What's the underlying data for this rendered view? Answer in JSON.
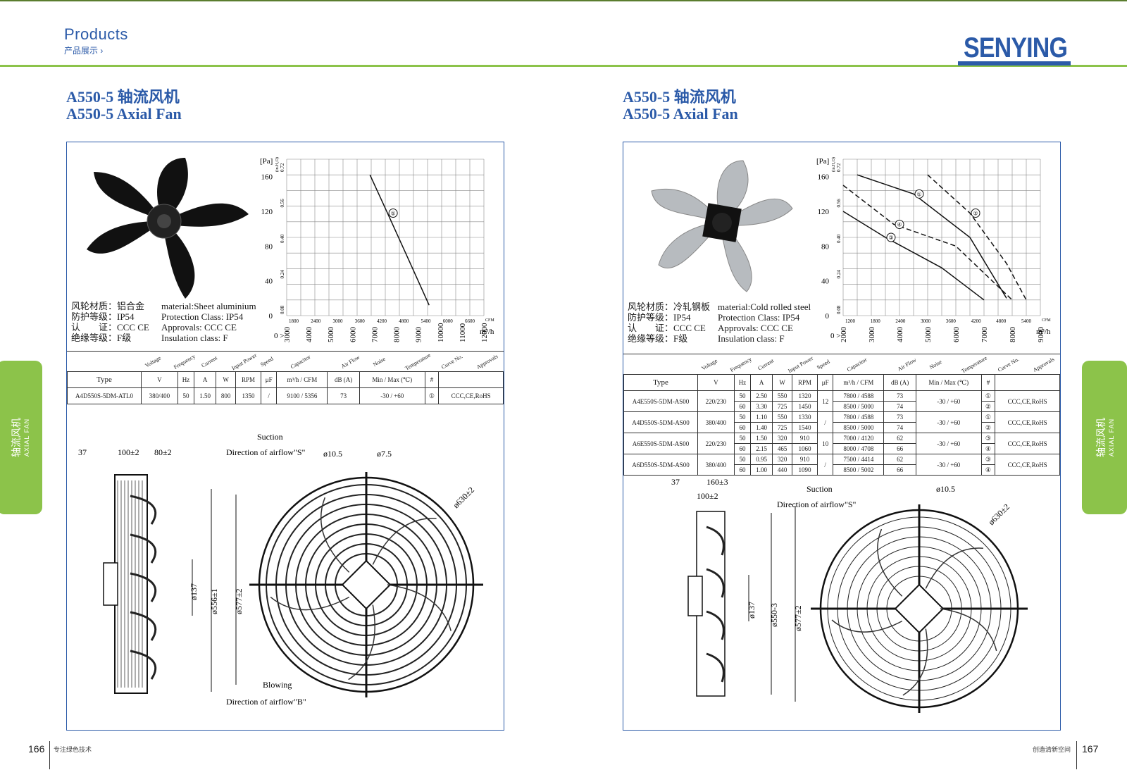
{
  "header": {
    "title": "Products",
    "subtitle": "产品展示 ›",
    "brand": "SENYING"
  },
  "side_tab": {
    "cn": "轴流风机",
    "en": "AXIAL FAN"
  },
  "left": {
    "title_cn": "A550-5   轴流风机",
    "title_en": "A550-5   Axial  Fan",
    "specs": [
      [
        "风轮材质：铝合金",
        "material:Sheet aluminium"
      ],
      [
        "防护等级：IP54",
        "Protection Class: IP54"
      ],
      [
        "认　　证：CCC CE",
        "Approvals: CCC  CE"
      ],
      [
        "绝缘等级：F级",
        "Insulation class: F"
      ]
    ],
    "chart_data": {
      "type": "line",
      "ylabel": "[Pa]",
      "ylabel2": "(in.H₂O)",
      "y_ticks": [
        "160",
        "120",
        "80",
        "40",
        "0"
      ],
      "y2_ticks": [
        "0.72",
        "0.56",
        "0.40",
        "0.24",
        "0.08"
      ],
      "x_cfm_ticks": [
        "1800",
        "2400",
        "3000",
        "3600",
        "4200",
        "4800",
        "5400",
        "6000",
        "6600"
      ],
      "x_ticks": [
        "3000",
        "4000",
        "5000",
        "6000",
        "7000",
        "8000",
        "9000",
        "10000",
        "11000",
        "12000"
      ],
      "xunit_cfm": "CFM",
      "xunit": "m³/h",
      "series": [
        {
          "name": "①",
          "points": [
            [
              6800,
              162
            ],
            [
              7600,
              118
            ],
            [
              8500,
              68
            ],
            [
              9500,
              12
            ]
          ]
        }
      ]
    },
    "table": {
      "headers": [
        "Voltage",
        "Frequency",
        "Current",
        "Input Power",
        "Speed",
        "Capacitor",
        "Air Flow",
        "Noise",
        "Temperature",
        "Curve No.",
        "Approvals"
      ],
      "type_label": "Type",
      "units": [
        "V",
        "Hz",
        "A",
        "W",
        "RPM",
        "μF",
        "m³/h / CFM",
        "dB (A)",
        "Min / Max (℃)",
        "#"
      ],
      "rows": [
        [
          "A4D550S-5DM-ATL0",
          "380/400",
          "50",
          "1.50",
          "800",
          "1350",
          "/",
          "9100 / 5356",
          "73",
          "-30 / +60",
          "①",
          "CCC,CE,RoHS"
        ]
      ]
    },
    "drawing": {
      "dims": [
        "37",
        "100±2",
        "80±2",
        "ø10.5",
        "ø7.5",
        "ø630±2",
        "ø137",
        "ø556±1",
        "ø577±2"
      ],
      "suction": "Suction",
      "suction_dir": "Direction of airflow\"S\"",
      "blowing": "Blowing",
      "blowing_dir": "Direction of airflow\"B\""
    }
  },
  "right": {
    "title_cn": "A550-5   轴流风机",
    "title_en": "A550-5   Axial  Fan",
    "specs": [
      [
        "风轮材质：冷轧钢板",
        "material:Cold rolled steel"
      ],
      [
        "防护等级：IP54",
        "Protection Class: IP54"
      ],
      [
        "认　　证：CCC CE",
        "Approvals: CCC  CE"
      ],
      [
        "绝缘等级：F级",
        "Insulation class: F"
      ]
    ],
    "chart_data": {
      "type": "line",
      "ylabel": "[Pa]",
      "ylabel2": "(in.H₂O)",
      "y_ticks": [
        "160",
        "120",
        "80",
        "40",
        "0"
      ],
      "y2_ticks": [
        "0.72",
        "0.56",
        "0.40",
        "0.24",
        "0.08"
      ],
      "x_cfm_ticks": [
        "1200",
        "1800",
        "2400",
        "3000",
        "3600",
        "4200",
        "4800",
        "5400"
      ],
      "x_ticks": [
        "2000",
        "3000",
        "4000",
        "5000",
        "6000",
        "7000",
        "8000",
        "9000"
      ],
      "xunit_cfm": "CFM",
      "xunit": "m³/h",
      "series": [
        {
          "name": "①",
          "dash": false,
          "points": [
            [
              2500,
              162
            ],
            [
              4500,
              140
            ],
            [
              6500,
              90
            ],
            [
              7800,
              20
            ]
          ]
        },
        {
          "name": "②",
          "dash": true,
          "points": [
            [
              5000,
              162
            ],
            [
              6500,
              118
            ],
            [
              7800,
              60
            ],
            [
              8500,
              18
            ]
          ]
        },
        {
          "name": "③",
          "dash": false,
          "points": [
            [
              2000,
              120
            ],
            [
              3500,
              90
            ],
            [
              5500,
              55
            ],
            [
              7000,
              18
            ]
          ]
        },
        {
          "name": "④",
          "dash": true,
          "points": [
            [
              2000,
              150
            ],
            [
              3800,
              105
            ],
            [
              6000,
              80
            ],
            [
              8000,
              18
            ]
          ]
        }
      ]
    },
    "table": {
      "headers": [
        "Voltage",
        "Frequency",
        "Current",
        "Input Power",
        "Speed",
        "Capacitor",
        "Air Flow",
        "Noise",
        "Temperature",
        "Curve No.",
        "Approvals"
      ],
      "type_label": "Type",
      "units": [
        "V",
        "Hz",
        "A",
        "W",
        "RPM",
        "μF",
        "m³/h / CFM",
        "dB (A)",
        "Min / Max (℃)",
        "#"
      ],
      "rows": [
        {
          "type": "A4E550S-5DM-AS00",
          "v": "220/230",
          "cap": "12",
          "temp": "-30 / +60",
          "appr": "CCC,CE,RoHS",
          "sub": [
            [
              "50",
              "2.50",
              "550",
              "1320",
              "7800 / 4588",
              "73",
              "①"
            ],
            [
              "60",
              "3.30",
              "725",
              "1450",
              "8500 / 5000",
              "74",
              "②"
            ]
          ]
        },
        {
          "type": "A4D550S-5DM-AS00",
          "v": "380/400",
          "cap": "/",
          "temp": "-30 / +60",
          "appr": "CCC,CE,RoHS",
          "sub": [
            [
              "50",
              "1.10",
              "550",
              "1330",
              "7800 / 4588",
              "73",
              "①"
            ],
            [
              "60",
              "1.40",
              "725",
              "1540",
              "8500 / 5000",
              "74",
              "②"
            ]
          ]
        },
        {
          "type": "A6E550S-5DM-AS00",
          "v": "220/230",
          "cap": "10",
          "temp": "-30 / +60",
          "appr": "CCC,CE,RoHS",
          "sub": [
            [
              "50",
              "1.50",
              "320",
              "910",
              "7000 / 4120",
              "62",
              "③"
            ],
            [
              "60",
              "2.15",
              "465",
              "1060",
              "8000 / 4708",
              "66",
              "④"
            ]
          ]
        },
        {
          "type": "A6D550S-5DM-AS00",
          "v": "380/400",
          "cap": "/",
          "temp": "-30 / +60",
          "appr": "CCC,CE,RoHS",
          "sub": [
            [
              "50",
              "0.95",
              "320",
              "910",
              "7500 / 4414",
              "62",
              "③"
            ],
            [
              "60",
              "1.00",
              "440",
              "1090",
              "8500 / 5002",
              "66",
              "④"
            ]
          ]
        }
      ]
    },
    "drawing": {
      "dims": [
        "37",
        "160±3",
        "100±2",
        "ø10.5",
        "ø630±2",
        "ø137",
        "ø550-3",
        "ø577±2"
      ],
      "suction": "Suction",
      "suction_dir": "Direction of airflow\"S\""
    }
  },
  "footer": {
    "left_num": "166",
    "left_txt": "专注绿色技术",
    "right_txt": "创造清新空间",
    "right_num": "167"
  },
  "colors": {
    "brand_blue": "#2b5aa8",
    "green": "#8cc34a"
  }
}
